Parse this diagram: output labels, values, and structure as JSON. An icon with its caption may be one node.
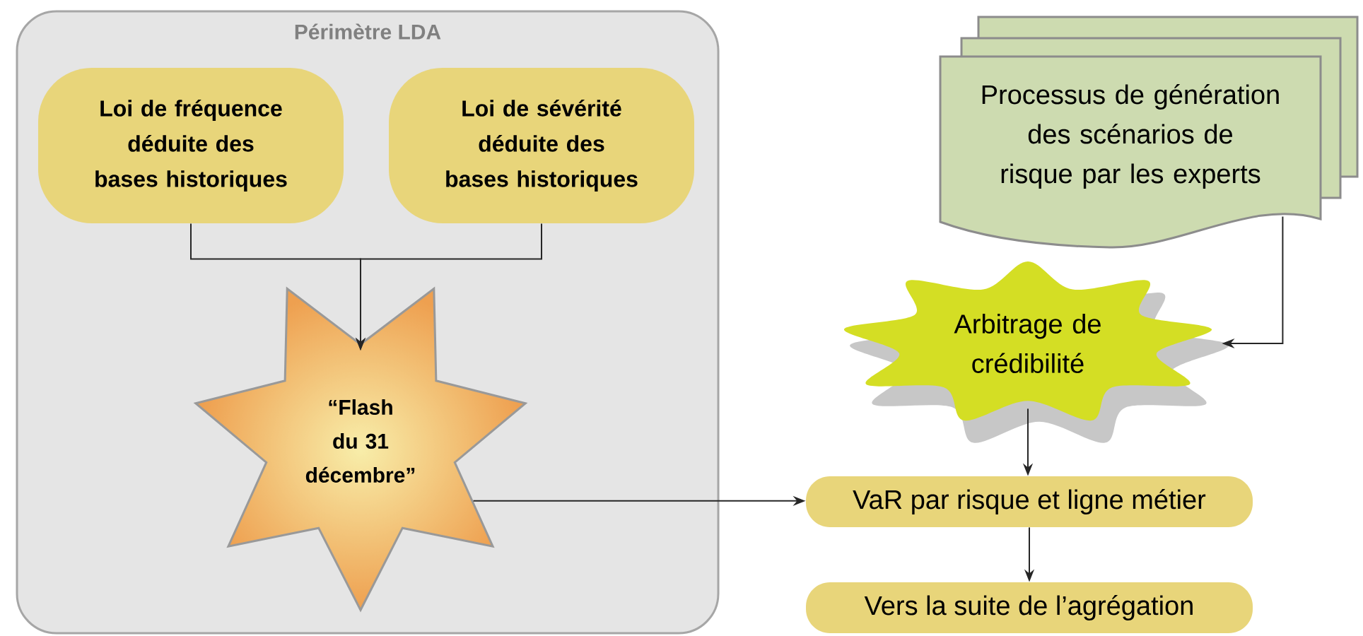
{
  "diagram": {
    "nodes": [
      {
        "text": [
          "Périmètre LDA"
        ]
      },
      {
        "text": [
          "Loi de fréquence déduite des bases historiques"
        ],
        "in": 0
      },
      {
        "text": [
          "Loi de sévérité déduite des bases historiques"
        ],
        "in": 0
      },
      {
        "text": [
          "“Flash du 31 décembre”"
        ],
        "in": 0
      },
      {
        "text": [
          "Processus de génération des scénarios de risque par les experts"
        ]
      },
      {
        "text": [
          "Arbitrage de crédibilité"
        ]
      },
      {
        "text": [
          "VaR par risque et ligne métier"
        ]
      },
      {
        "text": [
          "Vers la suite de l’agrégation"
        ]
      }
    ],
    "edges": [
      {
        "from": 1,
        "to": 3,
        "arrow": "to"
      },
      {
        "from": 2,
        "to": 3,
        "arrow": "to"
      },
      {
        "from": 4,
        "to": 5,
        "arrow": "to"
      },
      {
        "from": 5,
        "to": 6,
        "arrow": "to"
      },
      {
        "from": 3,
        "to": 6,
        "arrow": "to"
      },
      {
        "from": 6,
        "to": 7,
        "arrow": "to"
      }
    ]
  }
}
